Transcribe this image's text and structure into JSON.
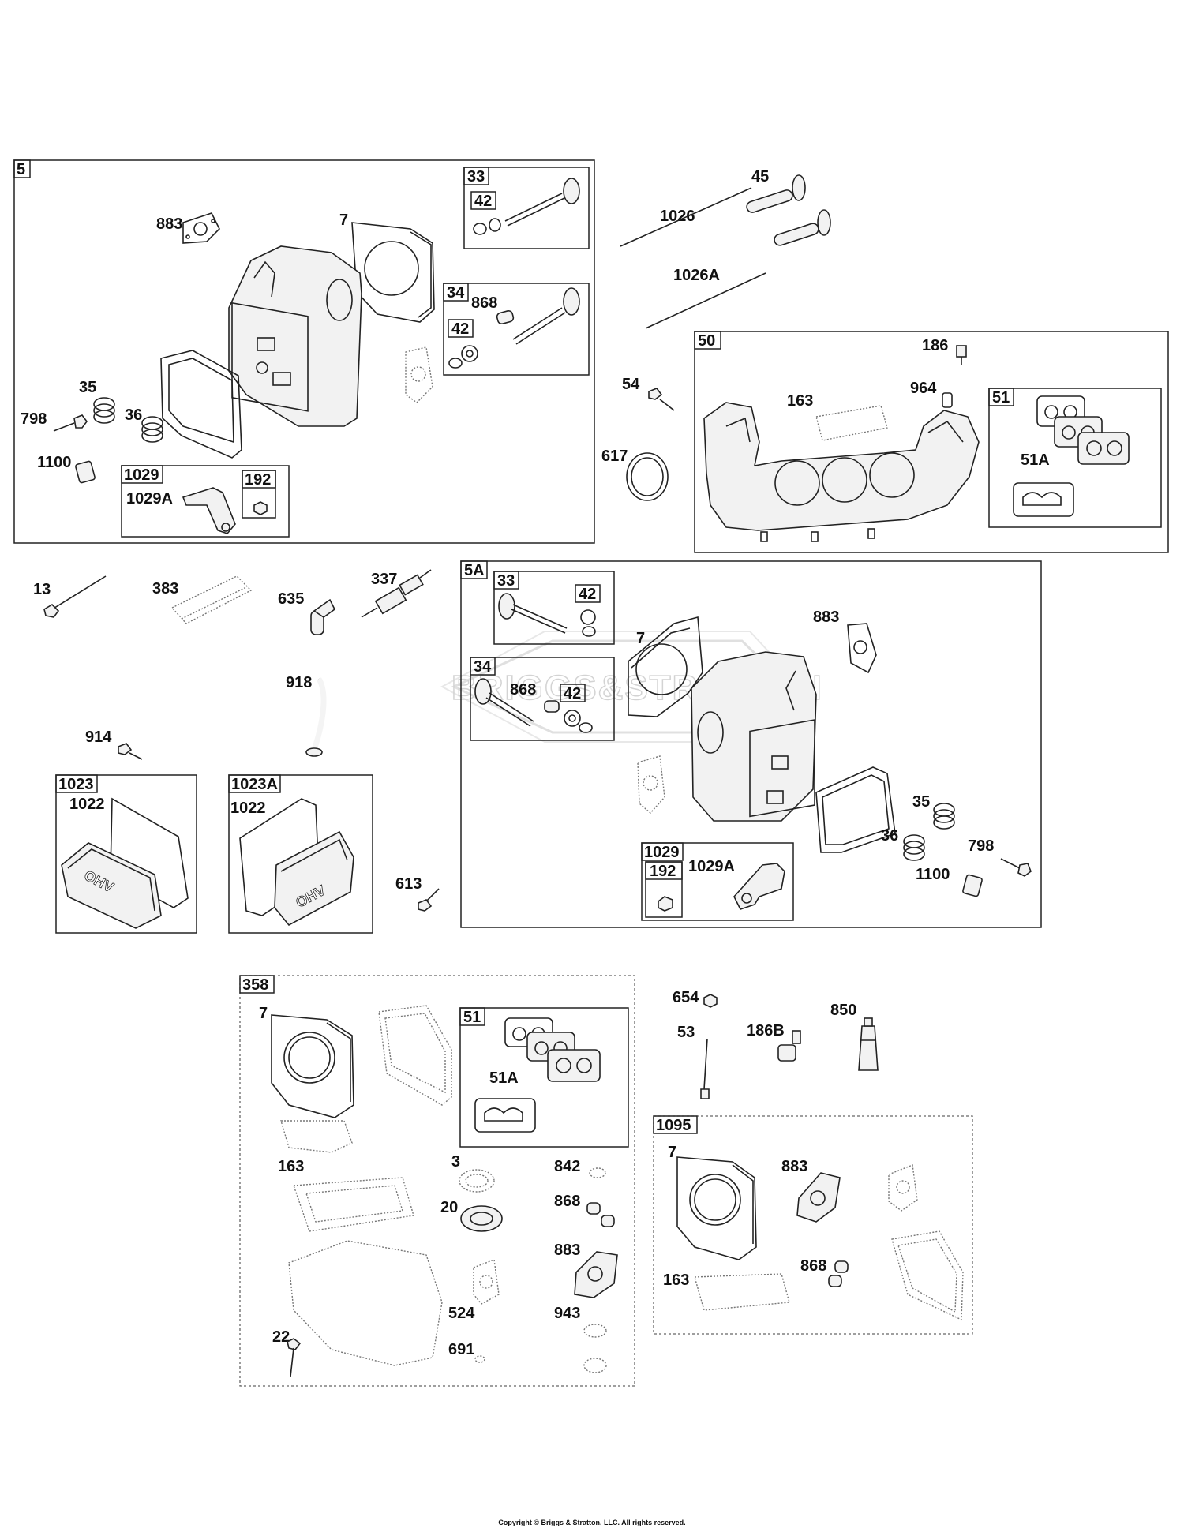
{
  "watermark": "BRIGGS&STRATTON",
  "copyright": "Copyright © Briggs & Stratton, LLC. All rights reserved.",
  "groups": {
    "g5": "5",
    "g33a": "33",
    "g42a": "42",
    "g34a": "34",
    "g42b": "42",
    "g1029a": "1029",
    "g192a": "192",
    "g50": "50",
    "g51a": "51",
    "g5A": "5A",
    "g33b": "33",
    "g42c": "42",
    "g34b": "34",
    "g42d": "42",
    "g1029b": "1029",
    "g192b": "192",
    "g1023": "1023",
    "g1023A": "1023A",
    "g358": "358",
    "g51b": "51",
    "g1095": "1095"
  },
  "parts": [
    {
      "id": "p883a",
      "label": "883"
    },
    {
      "id": "p7a",
      "label": "7"
    },
    {
      "id": "p868a",
      "label": "868"
    },
    {
      "id": "p35a",
      "label": "35"
    },
    {
      "id": "p36a",
      "label": "36"
    },
    {
      "id": "p798a",
      "label": "798"
    },
    {
      "id": "p1100a",
      "label": "1100"
    },
    {
      "id": "p1029Aa",
      "label": "1029A"
    },
    {
      "id": "p45",
      "label": "45"
    },
    {
      "id": "p1026",
      "label": "1026"
    },
    {
      "id": "p1026A",
      "label": "1026A"
    },
    {
      "id": "p186",
      "label": "186"
    },
    {
      "id": "p964",
      "label": "964"
    },
    {
      "id": "p163a",
      "label": "163"
    },
    {
      "id": "p54",
      "label": "54"
    },
    {
      "id": "p617",
      "label": "617"
    },
    {
      "id": "p51Aa",
      "label": "51A"
    },
    {
      "id": "p13",
      "label": "13"
    },
    {
      "id": "p383",
      "label": "383"
    },
    {
      "id": "p337",
      "label": "337"
    },
    {
      "id": "p635",
      "label": "635"
    },
    {
      "id": "p918",
      "label": "918"
    },
    {
      "id": "p914",
      "label": "914"
    },
    {
      "id": "p1022a",
      "label": "1022"
    },
    {
      "id": "p1022b",
      "label": "1022"
    },
    {
      "id": "p613",
      "label": "613"
    },
    {
      "id": "p7b",
      "label": "7"
    },
    {
      "id": "p883b",
      "label": "883"
    },
    {
      "id": "p868b",
      "label": "868"
    },
    {
      "id": "p35b",
      "label": "35"
    },
    {
      "id": "p36b",
      "label": "36"
    },
    {
      "id": "p798b",
      "label": "798"
    },
    {
      "id": "p1100b",
      "label": "1100"
    },
    {
      "id": "p1029Ab",
      "label": "1029A"
    },
    {
      "id": "p7c",
      "label": "7"
    },
    {
      "id": "p51Ab",
      "label": "51A"
    },
    {
      "id": "p163b",
      "label": "163"
    },
    {
      "id": "p3",
      "label": "3"
    },
    {
      "id": "p842",
      "label": "842"
    },
    {
      "id": "p868c",
      "label": "868"
    },
    {
      "id": "p20",
      "label": "20"
    },
    {
      "id": "p883c",
      "label": "883"
    },
    {
      "id": "p524",
      "label": "524"
    },
    {
      "id": "p943",
      "label": "943"
    },
    {
      "id": "p22",
      "label": "22"
    },
    {
      "id": "p691",
      "label": "691"
    },
    {
      "id": "p654",
      "label": "654"
    },
    {
      "id": "p53",
      "label": "53"
    },
    {
      "id": "p186B",
      "label": "186B"
    },
    {
      "id": "p850",
      "label": "850"
    },
    {
      "id": "p7d",
      "label": "7"
    },
    {
      "id": "p883d",
      "label": "883"
    },
    {
      "id": "p868d",
      "label": "868"
    },
    {
      "id": "p163c",
      "label": "163"
    }
  ],
  "icons": {
    "valve": "valve-icon",
    "gasket": "gasket-icon",
    "spring": "spring-icon",
    "bolt": "bolt-icon",
    "cylinder-head": "cylinder-head-icon",
    "rocker-cover": "rocker-cover-icon",
    "spark-plug": "spark-plug-icon",
    "sealant-tube": "sealant-tube-icon"
  }
}
